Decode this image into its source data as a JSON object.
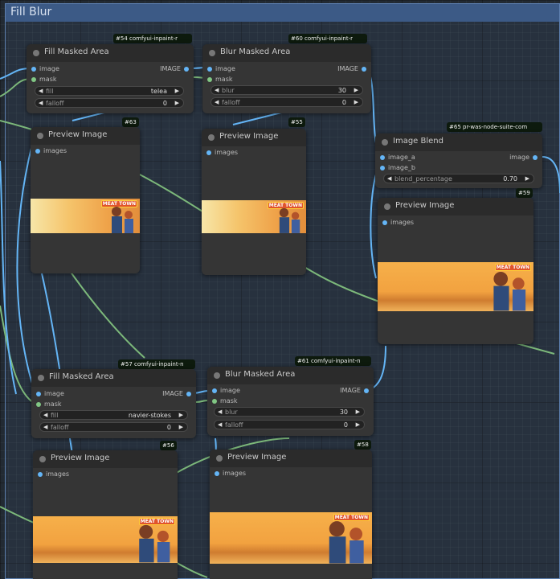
{
  "group": {
    "title": "Fill Blur"
  },
  "nodes": {
    "fill1": {
      "title": "Fill Masked Area",
      "badge": "#54 comfyui-inpaint-r",
      "id": "#54",
      "inputs": [
        "image",
        "mask"
      ],
      "output": "IMAGE",
      "widgets": [
        {
          "label": "fill",
          "value": "telea"
        },
        {
          "label": "falloff",
          "value": "0"
        }
      ]
    },
    "blur1": {
      "title": "Blur Masked Area",
      "badge": "#60 comfyui-inpaint-r",
      "id": "#60",
      "inputs": [
        "image",
        "mask"
      ],
      "output": "IMAGE",
      "widgets": [
        {
          "label": "blur",
          "value": "30"
        },
        {
          "label": "falloff",
          "value": "0"
        }
      ]
    },
    "preview63": {
      "title": "Preview Image",
      "id": "#63",
      "input": "images"
    },
    "preview55": {
      "title": "Preview Image",
      "id": "#55",
      "input": "images"
    },
    "blend": {
      "title": "Image Blend",
      "badge": "#65 pr-was-node-suite-com",
      "id": "#65",
      "inputs": [
        "image_a",
        "image_b"
      ],
      "output": "image",
      "widgets": [
        {
          "label": "blend_percentage",
          "value": "0.70"
        }
      ]
    },
    "preview59": {
      "title": "Preview Image",
      "id": "#59",
      "input": "images"
    },
    "fill2": {
      "title": "Fill Masked Area",
      "badge": "#57 comfyui-inpaint-n",
      "id": "#57",
      "inputs": [
        "image",
        "mask"
      ],
      "output": "IMAGE",
      "widgets": [
        {
          "label": "fill",
          "value": "navier-stokes"
        },
        {
          "label": "falloff",
          "value": "0"
        }
      ]
    },
    "blur2": {
      "title": "Blur Masked Area",
      "badge": "#61 comfyui-inpaint-n",
      "id": "#61",
      "inputs": [
        "image",
        "mask"
      ],
      "output": "IMAGE",
      "widgets": [
        {
          "label": "blur",
          "value": "30"
        },
        {
          "label": "falloff",
          "value": "0"
        }
      ]
    },
    "preview56": {
      "title": "Preview Image",
      "id": "#56",
      "input": "images"
    },
    "preview58": {
      "title": "Preview Image",
      "id": "#58",
      "input": "images"
    }
  },
  "preview_logo": "MEAT TOWN",
  "colors": {
    "image_slot": "#64b5f6",
    "mask_slot": "#81c784",
    "image_wire": "#64b5f6",
    "mask_wire": "#7cb87a",
    "group_header": "#3c5a86"
  }
}
